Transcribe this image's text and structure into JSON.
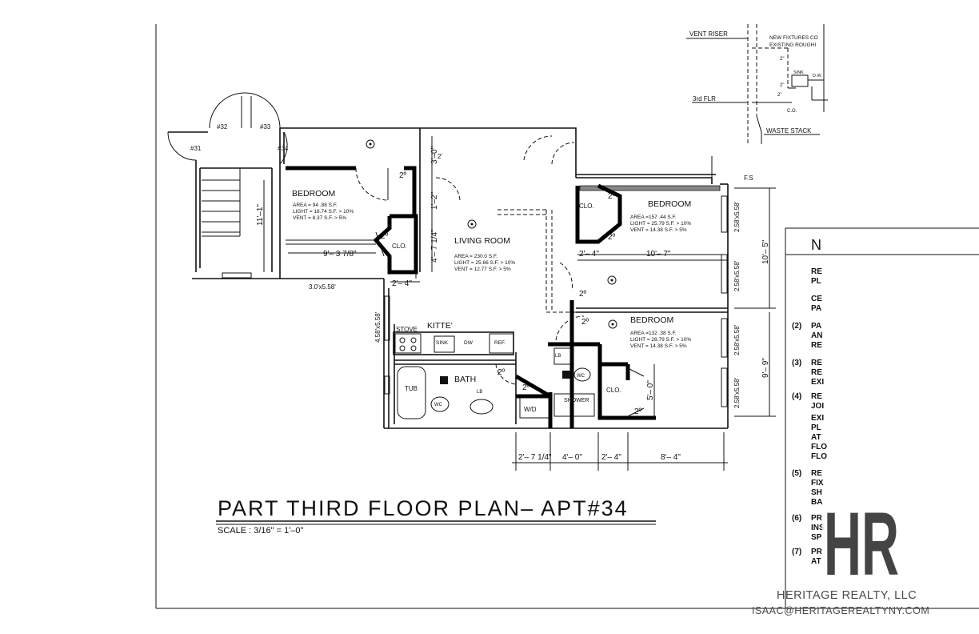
{
  "plan": {
    "title": "PART THIRD FLOOR PLAN– APT#34",
    "scale": "SCALE : 3/16\" = 1'–0\""
  },
  "riser": {
    "vent_riser": "VENT RISER",
    "new_fixtures_1": "NEW FIXTURES CO",
    "new_fixtures_2": "EXISTING ROUGHI",
    "floor": "3rd FLR",
    "co": "C.O.",
    "waste_stack": "WASTE STACK",
    "sink": "SINK",
    "small_label": "D.W.",
    "pipe_size_1": "2\"",
    "pipe_size_2": "2\"",
    "pipe_size_3": "2\""
  },
  "fs_label": "F.S",
  "units": {
    "u31": "#31",
    "u32": "#32",
    "u33": "#33",
    "u34": "#34"
  },
  "rooms": {
    "bedroom1": {
      "name": "BEDROOM",
      "area": "AREA = 94 .88 S.F.",
      "light": "LIGHT = 18.74 S.F. > 10%",
      "vent": "VENT = 8.37 S.F. > 5%"
    },
    "bedroom2": {
      "name": "BEDROOM",
      "area": "AREA =157 .44 S.F.",
      "light": "LIGHT = 25.79 S.F. > 10%",
      "vent": "VENT = 14.38 S.F. > 5%"
    },
    "bedroom3": {
      "name": "BEDROOM",
      "area": "AREA =132 .38 S.F.",
      "light": "LIGHT = 28.79 S.F. > 10%",
      "vent": "VENT = 14.38 S.F. > 5%"
    },
    "living": {
      "name": "LIVING ROOM",
      "area": "AREA = 230.0 S.F.",
      "light": "LIGHT = 25.66 S.F. > 10%",
      "vent": "VENT = 12.77 S.F. > 5%"
    },
    "kitchen": {
      "name": "KITTE'"
    },
    "bath": {
      "name": "BATH"
    }
  },
  "fixtures": {
    "stove": "STOVE",
    "sink": "SINK",
    "dw": "DW",
    "ref": "REF.",
    "tub": "TUB",
    "wc": "WC",
    "lb": "LB",
    "lb2": "LB",
    "wc2": "WC",
    "shower": "SHOWER",
    "wd": "W/D",
    "clo1": "CLO.",
    "clo2": "CLO.",
    "clo3": "CLO."
  },
  "dimensions": {
    "d_9_3": "9'– 3 7/8\"",
    "d_3_0": "3'–0\"",
    "d_2_top": "2'",
    "d_1_2": "1'–2\"",
    "d_4_7": "4'– 7 1/4\"",
    "d_2_4a": "2'– 4\"",
    "d_2_4b": "2'– 4\"",
    "d_10_7": "10'– 7\"",
    "d_10_5": "10'– 5\"",
    "d_9_9": "9'– 9\"",
    "d_5_0": "5'– 0\"",
    "d_2_7": "2'– 7 1/4\"",
    "d_4_0": "4'– 0\"",
    "d_2_4c": "2'– 4\"",
    "d_8_4": "8'– 4\"",
    "d_11_1": "11'–1\"",
    "win_bottom": "3.0'x5.58'",
    "win_side": "4.58'x5.58'",
    "win_r1": "2.58'x5.58'",
    "win_r2": "2.58'x5.58'",
    "win_r3": "2.58'x5.58'",
    "win_r4": "2.58'x5.58'",
    "door_2a": "2º",
    "door_2b": "2º",
    "door_2c": "2º",
    "door_2d": "2º",
    "door_2e": "2º",
    "door_2f": "2º",
    "door_2g": "2º",
    "door_2h": "2º",
    "door_2i": "2º"
  },
  "notes": {
    "heading": "N",
    "n1": [
      "RE",
      "PL",
      "CE",
      "PA"
    ],
    "n2_num": "(2)",
    "n2": [
      "PA",
      "AN",
      "RE"
    ],
    "n3_num": "(3)",
    "n3": [
      "RE",
      "RE",
      "EXI"
    ],
    "n4_num": "(4)",
    "n4": [
      "RE",
      "JOI",
      "EXI",
      "PL",
      "AT",
      "FLO",
      "FLO"
    ],
    "n5_num": "(5)",
    "n5": [
      "RE",
      "FIX",
      "SH",
      "BA"
    ],
    "n6_num": "(6)",
    "n6": [
      "PR",
      "INS",
      "SP"
    ],
    "n7_num": "(7)",
    "n7": [
      "PR",
      "AT"
    ]
  },
  "brand": {
    "logo_letters": "HR",
    "name": "HERITAGE REALTY, LLC",
    "email": "ISAAC@HERITAGEREALTYNY.COM"
  },
  "colors": {
    "ink": "#111111",
    "logo": "#444444"
  }
}
